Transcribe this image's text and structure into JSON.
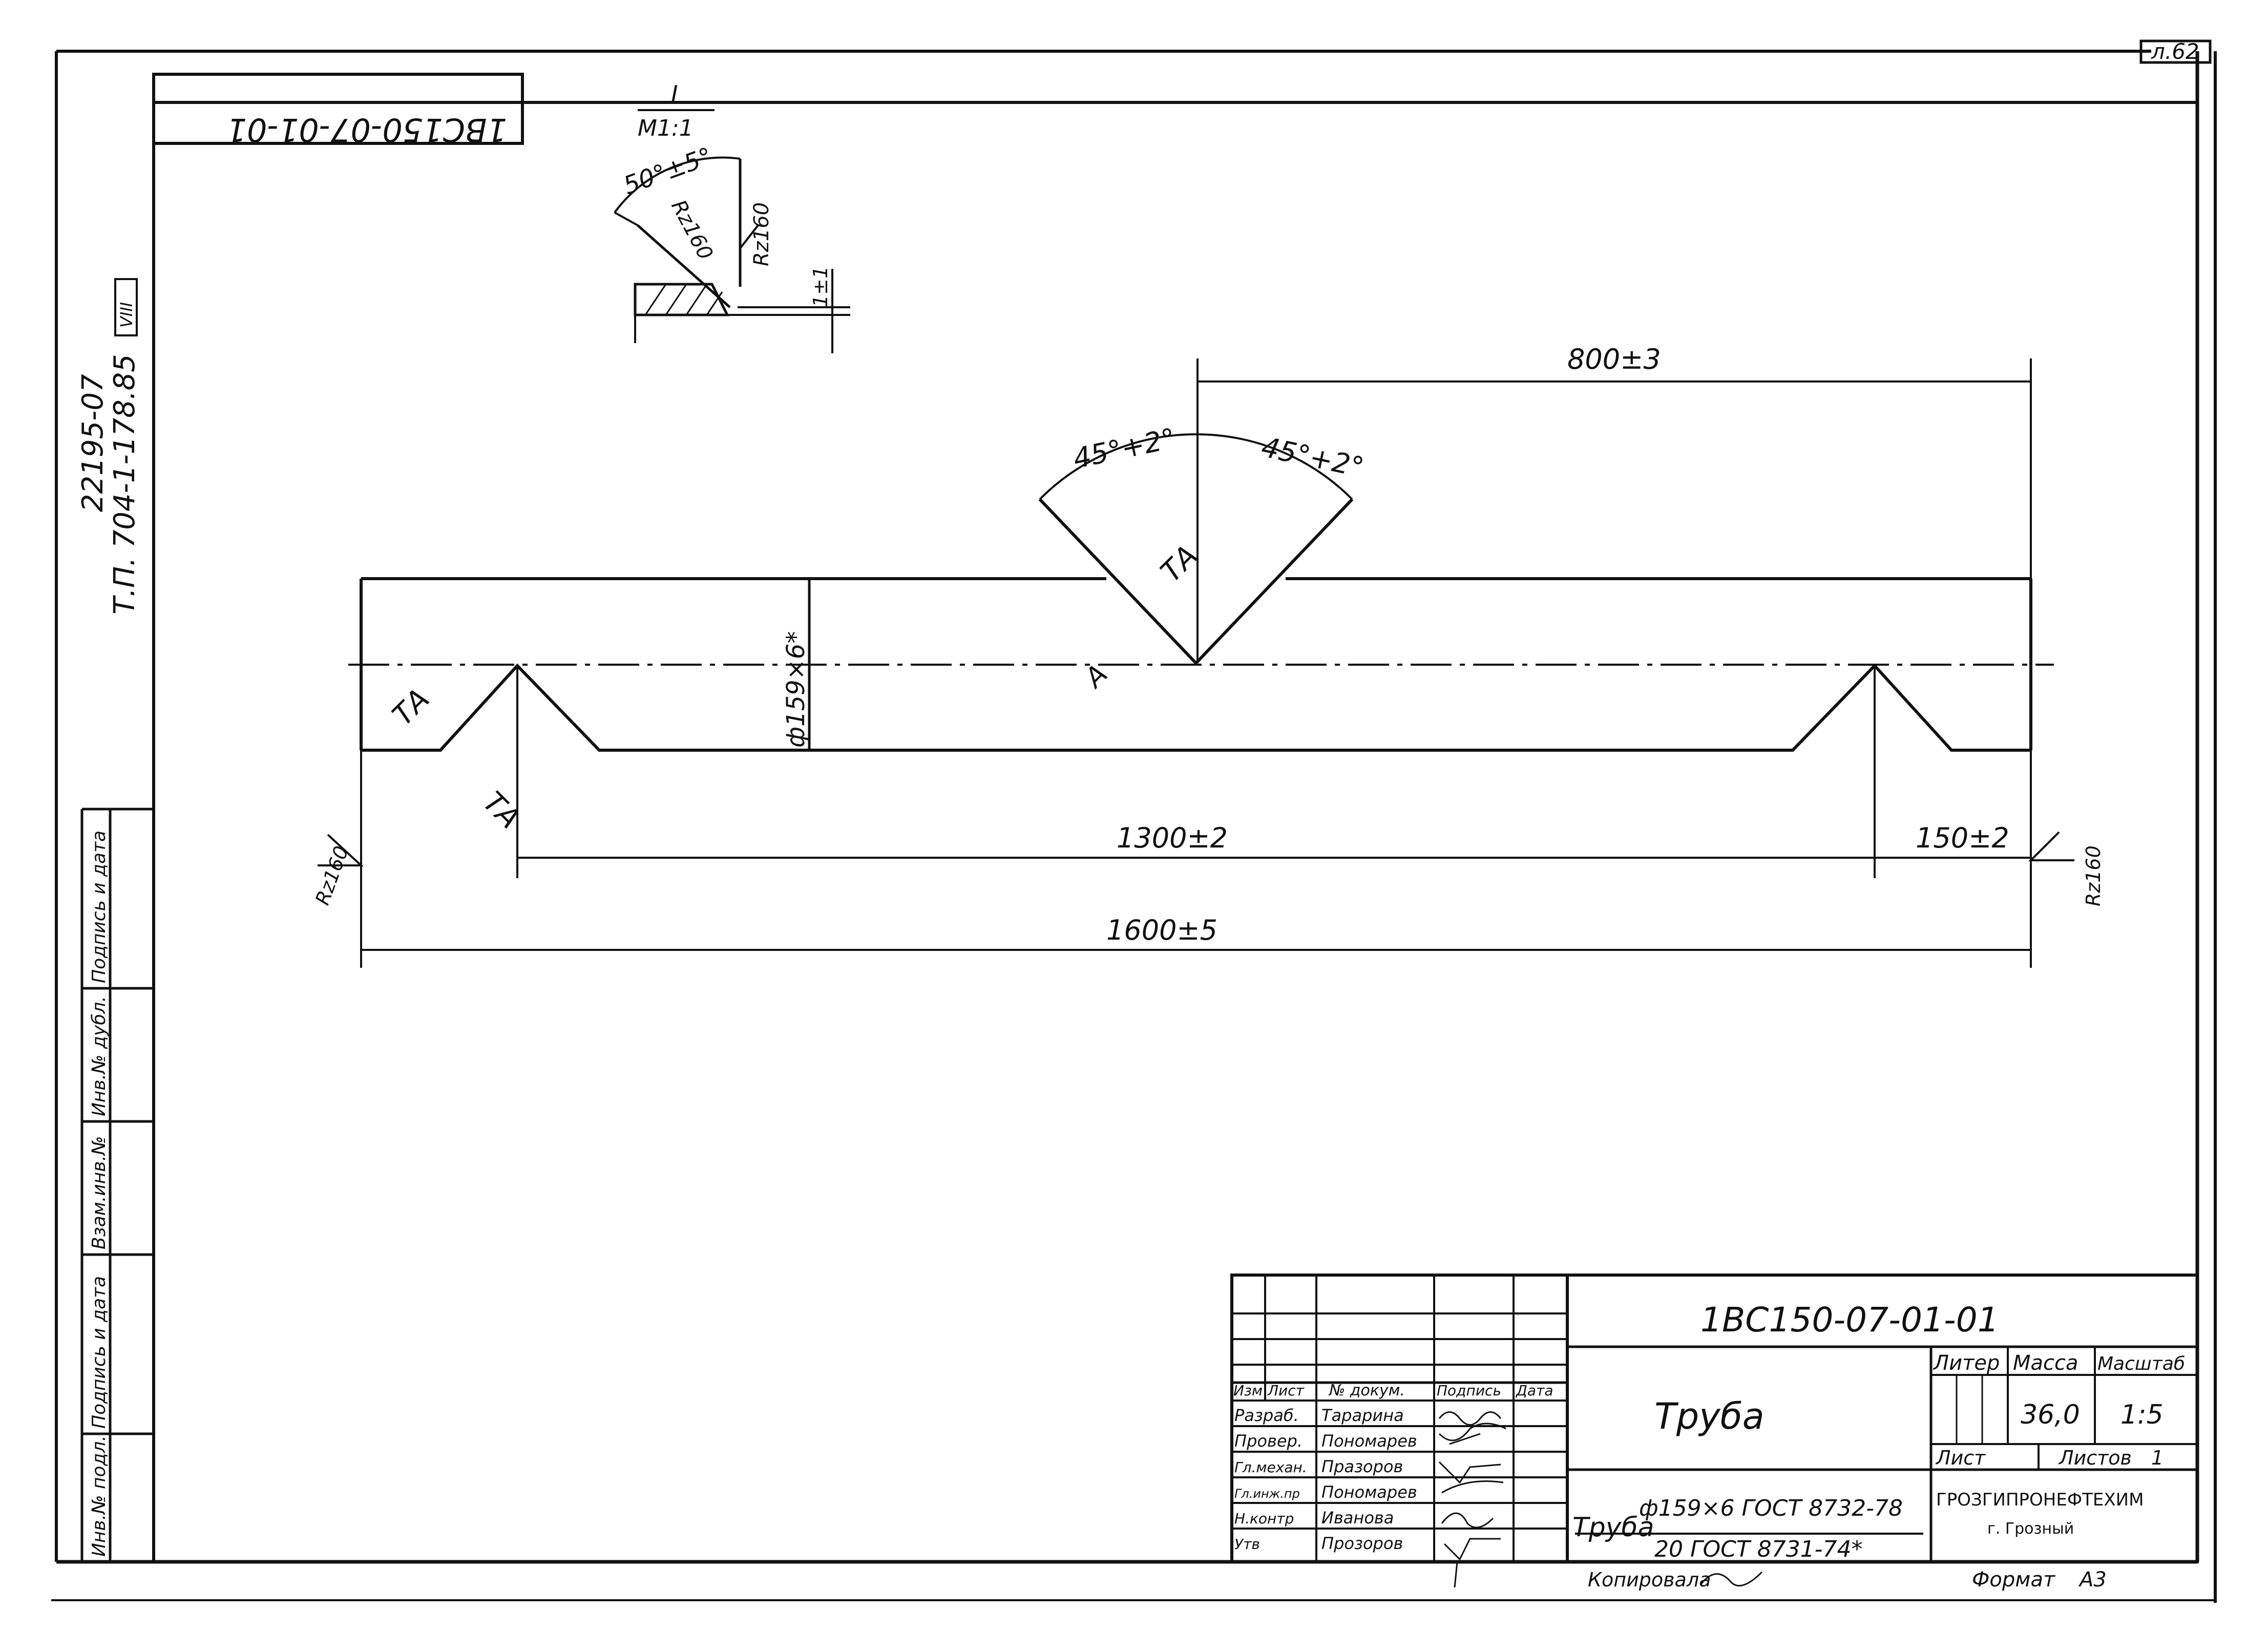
{
  "sheet": {
    "page_label": "л.62",
    "rotated_code": "1BC150-07-01-01",
    "side_ref_1": "22195-07",
    "side_ref_2": "Т.П. 704-1-178.85",
    "side_ref_box": "VIII"
  },
  "detail": {
    "section_mark": "I",
    "scale": "М1:1",
    "angle": "50°±5°",
    "roughness_1": "Rz160",
    "roughness_2": "Rz160",
    "land": "1±1"
  },
  "main_view": {
    "dim_top": "800±3",
    "angle_left": "45°+2°",
    "angle_right": "45°+2°",
    "weld_mark_center": "ТА",
    "weld_mark_a": "А",
    "weld_mark_left": "ТА",
    "weld_mark_left_low": "ТА",
    "diameter_label": "ф159×6*",
    "dim_1300": "1300±2",
    "dim_150": "150±2",
    "dim_1600": "1600±5",
    "rough_left": "Rz160",
    "rough_right": "Rz160"
  },
  "stamp_side": {
    "c1": "Подпись и дата",
    "c2": "Инв.№ дубл.",
    "c3": "Взам.инв.№",
    "c4": "Подпись и дата",
    "c5": "Инв.№ подл."
  },
  "title_block": {
    "designation": "1BC150-07-01-01",
    "name": "Труба",
    "material_prefix": "Труба",
    "material_line1": "ф159×6 ГОСТ 8732-78",
    "material_line2": "20 ГОСТ 8731-74*",
    "headers": {
      "izm": "Изм",
      "list": "Лист",
      "doc": "№ докум.",
      "sign": "Подпись",
      "date": "Дата"
    },
    "rows": [
      {
        "role": "Разраб.",
        "name": "Тарарина"
      },
      {
        "role": "Провер.",
        "name": "Пономарев"
      },
      {
        "role": "Гл.механ.",
        "name": "Празоров"
      },
      {
        "role": "Гл.инж.пр",
        "name": "Пономарев"
      },
      {
        "role": "Н.контр",
        "name": "Иванова"
      },
      {
        "role": "Утв",
        "name": "Прозоров"
      }
    ],
    "liter_label": "Литер",
    "mass_label": "Масса",
    "scale_label": "Масштаб",
    "mass": "36,0",
    "scale": "1:5",
    "sheet_label": "Лист",
    "sheets_label": "Листов",
    "sheets": "1",
    "org": "ГРОЗГИПРОНЕФТЕХИМ",
    "city": "г. Грозный",
    "copied": "Копировала",
    "format_label": "Формат",
    "format": "А3"
  }
}
